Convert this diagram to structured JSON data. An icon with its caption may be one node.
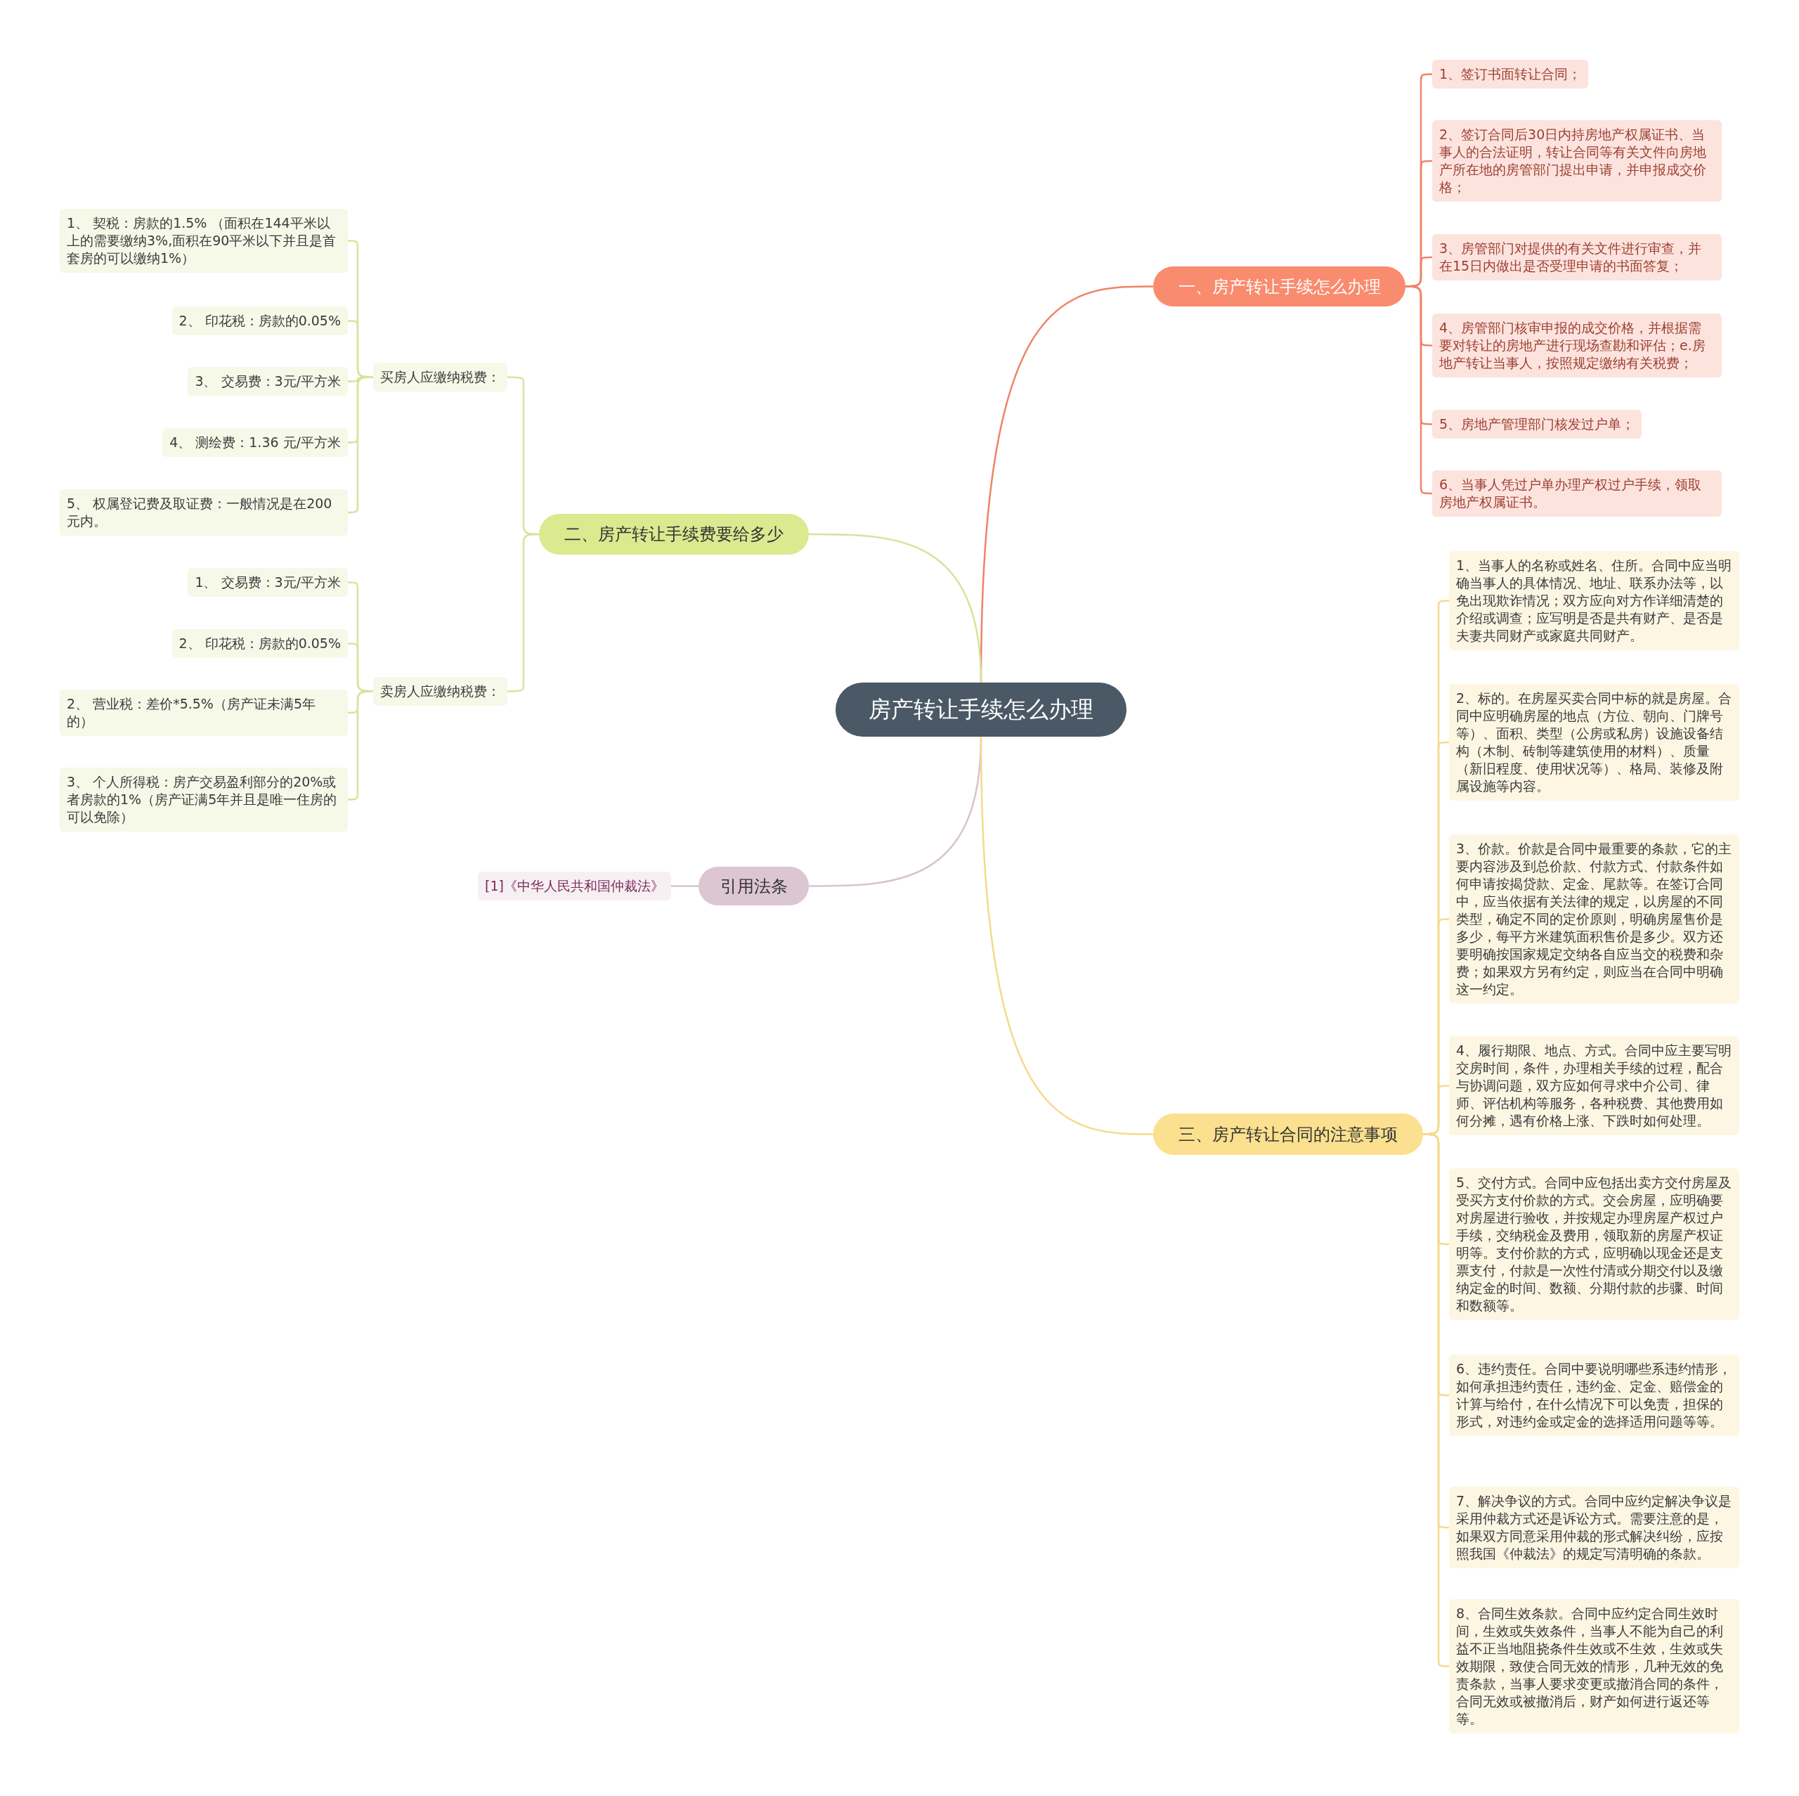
{
  "diagram": {
    "nodes": [
      {
        "text": [
          "房产转让手续怎么办理"
        ]
      },
      {
        "text": [
          "一、房产转让手续怎么办理"
        ]
      },
      {
        "text": [
          "1、签订书面转让合同；"
        ]
      },
      {
        "text": [
          "2、签订合同后30日内持房地产权属证书、当事人的合法证明，转让合同等有关文件向房地产所在地的房管部门提出申请，并申报成交价格；"
        ]
      },
      {
        "text": [
          "3、房管部门对提供的有关文件进行审查，并在15日内做出是否受理申请的书面答复；"
        ]
      },
      {
        "text": [
          "4、房管部门核审申报的成交价格，并根据需要对转让的房地产进行现场查勘和评估；e.房地产转让当事人，按照规定缴纳有关税费；"
        ]
      },
      {
        "text": [
          "5、房地产管理部门核发过户单；"
        ]
      },
      {
        "text": [
          "6、当事人凭过户单办理产权过户手续，领取房地产权属证书。"
        ]
      },
      {
        "text": [
          "二、房产转让手续费要给多少"
        ]
      },
      {
        "text": [
          "买房人应缴纳税费："
        ]
      },
      {
        "text": [
          "1、 契税：房款的1.5% （面积在144平米以上的需要缴纳3%,面积在90平米以下并且是首套房的可以缴纳1%）"
        ]
      },
      {
        "text": [
          "2、 印花税：房款的0.05%"
        ]
      },
      {
        "text": [
          "3、 交易费：3元/平方米"
        ]
      },
      {
        "text": [
          "4、 测绘费：1.36 元/平方米"
        ]
      },
      {
        "text": [
          "5、 权属登记费及取证费：一般情况是在200元内。"
        ]
      },
      {
        "text": [
          "卖房人应缴纳税费："
        ]
      },
      {
        "text": [
          "1、 交易费：3元/平方米"
        ]
      },
      {
        "text": [
          "2、 印花税：房款的0.05%"
        ]
      },
      {
        "text": [
          "2、 营业税：差价*5.5%（房产证未满5年的）"
        ]
      },
      {
        "text": [
          "3、 个人所得税：房产交易盈利部分的20%或者房款的1%（房产证满5年并且是唯一住房的可以免除）"
        ]
      },
      {
        "text": [
          "引用法条"
        ]
      },
      {
        "text": [
          "[1]《中华人民共和国仲裁法》"
        ]
      },
      {
        "text": [
          "三、房产转让合同的注意事项"
        ]
      },
      {
        "text": [
          "1、当事人的名称或姓名、住所。合同中应当明确当事人的具体情况、地址、联系办法等，以免出现欺诈情况；双方应向对方作详细清楚的介绍或调查；应写明是否是共有财产、是否是夫妻共同财产或家庭共同财产。"
        ]
      },
      {
        "text": [
          "2、标的。在房屋买卖合同中标的就是房屋。合同中应明确房屋的地点（方位、朝向、门牌号等）、面积、类型（公房或私房）设施设备结构（木制、砖制等建筑使用的材料）、质量（新旧程度、使用状况等）、格局、装修及附属设施等内容。"
        ]
      },
      {
        "text": [
          "3、价款。价款是合同中最重要的条款，它的主要内容涉及到总价款、付款方式、付款条件如何申请按揭贷款、定金、尾款等。在签订合同中，应当依据有关法律的规定，以房屋的不同类型，确定不同的定价原则，明确房屋售价是多少，每平方米建筑面积售价是多少。双方还要明确按国家规定交纳各自应当交的税费和杂费；如果双方另有约定，则应当在合同中明确这一约定。"
        ]
      },
      {
        "text": [
          "4、履行期限、地点、方式。合同中应主要写明交房时间，条件，办理相关手续的过程，配合与协调问题，双方应如何寻求中介公司、律师、评估机构等服务，各种税费、其他费用如何分摊，遇有价格上涨、下跌时如何处理。"
        ]
      },
      {
        "text": [
          "5、交付方式。合同中应包括出卖方交付房屋及受买方支付价款的方式。交会房屋，应明确要对房屋进行验收，并按规定办理房屋产权过户手续，交纳税金及费用，领取新的房屋产权证明等。支付价款的方式，应明确以现金还是支票支付，付款是一次性付清或分期交付以及缴纳定金的时间、数额、分期付款的步骤、时间和数额等。"
        ]
      },
      {
        "text": [
          "6、违约责任。合同中要说明哪些系违约情形，如何承担违约责任，违约金、定金、赔偿金的计算与给付，在什么情况下可以免责，担保的形式，对违约金或定金的选择适用问题等等。"
        ]
      },
      {
        "text": [
          "7、解决争议的方式。合同中应约定解决争议是采用仲裁方式还是诉讼方式。需要注意的是，如果双方同意采用仲裁的形式解决纠纷，应按照我国《仲裁法》的规定写清明确的条款。"
        ]
      },
      {
        "text": [
          "8、合同生效条款。合同中应约定合同生效时间，生效或失效条件，当事人不能为自己的利益不正当地阻挠条件生效或不生效，生效或失效期限，致使合同无效的情形，几种无效的免责条款，当事人要求变更或撤消合同的条件，合同无效或被撤消后，财产如何进行返还等等。"
        ]
      }
    ],
    "edges": [
      {
        "from": 0,
        "to": 1,
        "arrow": "none",
        "color": "#ee8466"
      },
      {
        "from": 1,
        "to": 2,
        "arrow": "none",
        "color": "#ee8466"
      },
      {
        "from": 1,
        "to": 3,
        "arrow": "none",
        "color": "#ee8466"
      },
      {
        "from": 1,
        "to": 4,
        "arrow": "none",
        "color": "#ee8466"
      },
      {
        "from": 1,
        "to": 5,
        "arrow": "none",
        "color": "#ee8466"
      },
      {
        "from": 1,
        "to": 6,
        "arrow": "none",
        "color": "#ee8466"
      },
      {
        "from": 1,
        "to": 7,
        "arrow": "none",
        "color": "#ee8466"
      },
      {
        "from": 0,
        "to": 8,
        "arrow": "none",
        "color": "#d6e49b"
      },
      {
        "from": 8,
        "to": 9,
        "arrow": "none",
        "color": "#d6e49b"
      },
      {
        "from": 9,
        "to": 10,
        "arrow": "none",
        "color": "#d6e49b"
      },
      {
        "from": 9,
        "to": 11,
        "arrow": "none",
        "color": "#d6e49b"
      },
      {
        "from": 9,
        "to": 12,
        "arrow": "none",
        "color": "#d6e49b"
      },
      {
        "from": 9,
        "to": 13,
        "arrow": "none",
        "color": "#d6e49b"
      },
      {
        "from": 9,
        "to": 14,
        "arrow": "none",
        "color": "#d6e49b"
      },
      {
        "from": 8,
        "to": 15,
        "arrow": "none",
        "color": "#d6e49b"
      },
      {
        "from": 15,
        "to": 16,
        "arrow": "none",
        "color": "#d6e49b"
      },
      {
        "from": 15,
        "to": 17,
        "arrow": "none",
        "color": "#d6e49b"
      },
      {
        "from": 15,
        "to": 18,
        "arrow": "none",
        "color": "#d6e49b"
      },
      {
        "from": 15,
        "to": 19,
        "arrow": "none",
        "color": "#d6e49b"
      },
      {
        "from": 0,
        "to": 20,
        "arrow": "none",
        "color": "#d7c3ce"
      },
      {
        "from": 20,
        "to": 21,
        "arrow": "none",
        "color": "#d7c3ce"
      },
      {
        "from": 0,
        "to": 22,
        "arrow": "none",
        "color": "#f5da8c"
      },
      {
        "from": 22,
        "to": 23,
        "arrow": "none",
        "color": "#f5da8c"
      },
      {
        "from": 22,
        "to": 24,
        "arrow": "none",
        "color": "#f5da8c"
      },
      {
        "from": 22,
        "to": 25,
        "arrow": "none",
        "color": "#f5da8c"
      },
      {
        "from": 22,
        "to": 26,
        "arrow": "none",
        "color": "#f5da8c"
      },
      {
        "from": 22,
        "to": 27,
        "arrow": "none",
        "color": "#f5da8c"
      },
      {
        "from": 22,
        "to": 28,
        "arrow": "none",
        "color": "#f5da8c"
      },
      {
        "from": 22,
        "to": 29,
        "arrow": "none",
        "color": "#f5da8c"
      },
      {
        "from": 22,
        "to": 30,
        "arrow": "none",
        "color": "#f5da8c"
      }
    ]
  }
}
